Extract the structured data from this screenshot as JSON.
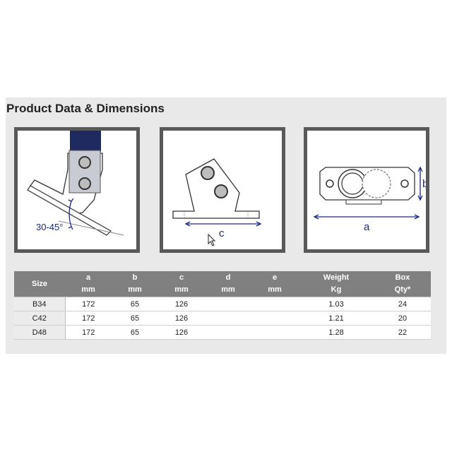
{
  "section": {
    "title": "Product Data & Dimensions"
  },
  "diagrams": {
    "angle": {
      "label": "30-45°"
    },
    "side": {
      "label": "c"
    },
    "top": {
      "label_a": "a",
      "label_b": "b"
    }
  },
  "table": {
    "headers": [
      {
        "line1": "Size",
        "line2": ""
      },
      {
        "line1": "a",
        "line2": "mm"
      },
      {
        "line1": "b",
        "line2": "mm"
      },
      {
        "line1": "c",
        "line2": "mm"
      },
      {
        "line1": "d",
        "line2": "mm"
      },
      {
        "line1": "e",
        "line2": "mm"
      },
      {
        "line1": "Weight",
        "line2": "Kg"
      },
      {
        "line1": "Box",
        "line2": "Qty*"
      }
    ],
    "rows": [
      {
        "size": "B34",
        "a": "172",
        "b": "65",
        "c": "126",
        "d": "",
        "e": "",
        "weight": "1.03",
        "qty": "24"
      },
      {
        "size": "C42",
        "a": "172",
        "b": "65",
        "c": "126",
        "d": "",
        "e": "",
        "weight": "1.21",
        "qty": "20"
      },
      {
        "size": "D48",
        "a": "172",
        "b": "65",
        "c": "126",
        "d": "",
        "e": "",
        "weight": "1.28",
        "qty": "22"
      }
    ]
  },
  "colors": {
    "pipe": "#1e2a60",
    "dimension": "#1a2a80",
    "header": "#808080",
    "frame": "#595959"
  },
  "icons": [
    "mouse-cursor-icon"
  ]
}
